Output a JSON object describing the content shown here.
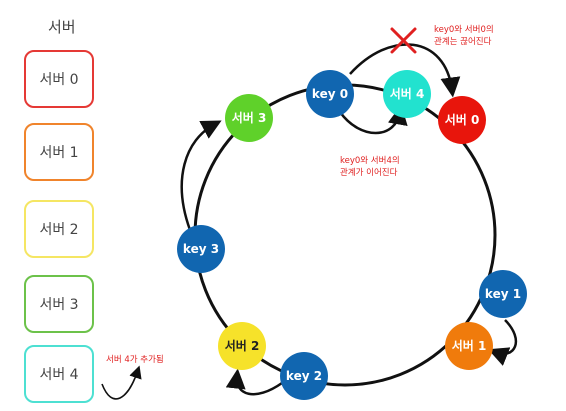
{
  "legend": {
    "title": "서버",
    "servers": [
      {
        "label": "서버 0",
        "color": "#e53935"
      },
      {
        "label": "서버 1",
        "color": "#f0842c"
      },
      {
        "label": "서버 2",
        "color": "#f5e663"
      },
      {
        "label": "서버 3",
        "color": "#6cc24a"
      },
      {
        "label": "서버 4",
        "color": "#4de0d2"
      }
    ]
  },
  "ring_nodes": {
    "server0": {
      "label": "서버 0",
      "color": "#e8150c"
    },
    "server1": {
      "label": "서버 1",
      "color": "#f07b0c"
    },
    "server2": {
      "label": "서버 2",
      "color": "#f6e22a"
    },
    "server3": {
      "label": "서버 3",
      "color": "#5fd12a"
    },
    "server4": {
      "label": "서버 4",
      "color": "#22e2cf"
    },
    "key0": {
      "label": "key 0",
      "color": "#1166b0"
    },
    "key1": {
      "label": "key 1",
      "color": "#1166b0"
    },
    "key2": {
      "label": "key 2",
      "color": "#1166b0"
    },
    "key3": {
      "label": "key 3",
      "color": "#1166b0"
    }
  },
  "notes": {
    "added": "서버 4가 추가됨",
    "broken_line1": "key0와 서버0의",
    "broken_line2": "관계는 끊어진다",
    "linked_line1": "key0와 서버4의",
    "linked_line2": "관계가 이어진다"
  },
  "colors": {
    "note_red": "#e02020",
    "cross_red": "#e02020",
    "ring": "#111111"
  }
}
